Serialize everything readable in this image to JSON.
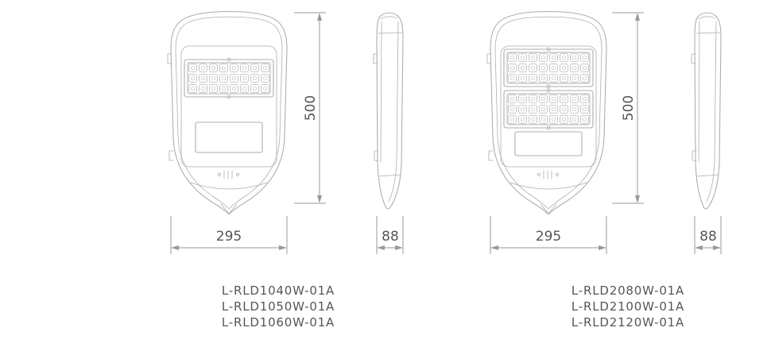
{
  "page": {
    "background_color": "#ffffff",
    "line_color": "#aeaeae",
    "dimension_line_color": "#9a9a9a",
    "text_color": "#565656"
  },
  "left_unit": {
    "dim_height": "500",
    "dim_width": "295",
    "dim_depth": "88",
    "models": [
      "L-RLD1040W-01A",
      "L-RLD1050W-01A",
      "L-RLD1060W-01A"
    ]
  },
  "right_unit": {
    "dim_height": "500",
    "dim_width": "295",
    "dim_depth": "88",
    "models": [
      "L-RLD2080W-01A",
      "L-RLD2100W-01A",
      "L-RLD2120W-01A"
    ]
  }
}
